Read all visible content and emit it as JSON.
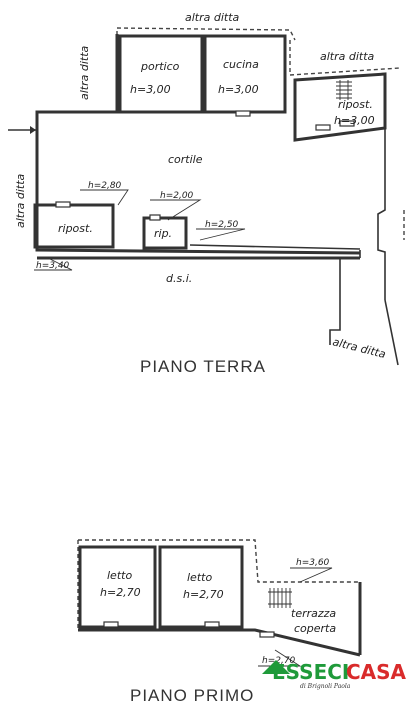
{
  "ground_floor": {
    "title": "PIANO TERRA",
    "neighbours": {
      "top": "altra ditta",
      "top_left": "altra ditta",
      "top_right": "altra ditta",
      "left": "altra ditta",
      "bottom_right": "altra ditta"
    },
    "rooms": {
      "portico": {
        "name": "portico",
        "height": "h=3,00"
      },
      "cucina": {
        "name": "cucina",
        "height": "h=3,00"
      },
      "ripostiglio_right": {
        "name": "ripost.",
        "height": "h=3,00"
      },
      "ripostiglio_left": {
        "name": "ripost.",
        "height": "h=2,80"
      },
      "rip_small": {
        "name": "rip.",
        "height": "h=2,00"
      }
    },
    "cortile": "cortile",
    "wall_height_right": "h=2,50",
    "wall_height_left": "h=3,40",
    "dsi": "d.s.i."
  },
  "first_floor": {
    "title": "PIANO PRIMO",
    "rooms": {
      "letto_1": {
        "name": "letto",
        "height": "h=2,70"
      },
      "letto_2": {
        "name": "letto",
        "height": "h=2,70"
      },
      "terrazza": {
        "name_line1": "terrazza",
        "name_line2": "coperta",
        "height_top": "h=3,60",
        "height_bottom": "h=2,70"
      }
    }
  },
  "logo": {
    "part1": "ESSECI",
    "part2": "CASA",
    "tagline": "di Brignoli Paola",
    "colors": {
      "green": "#1f9a3a",
      "red": "#d92b2b"
    }
  }
}
